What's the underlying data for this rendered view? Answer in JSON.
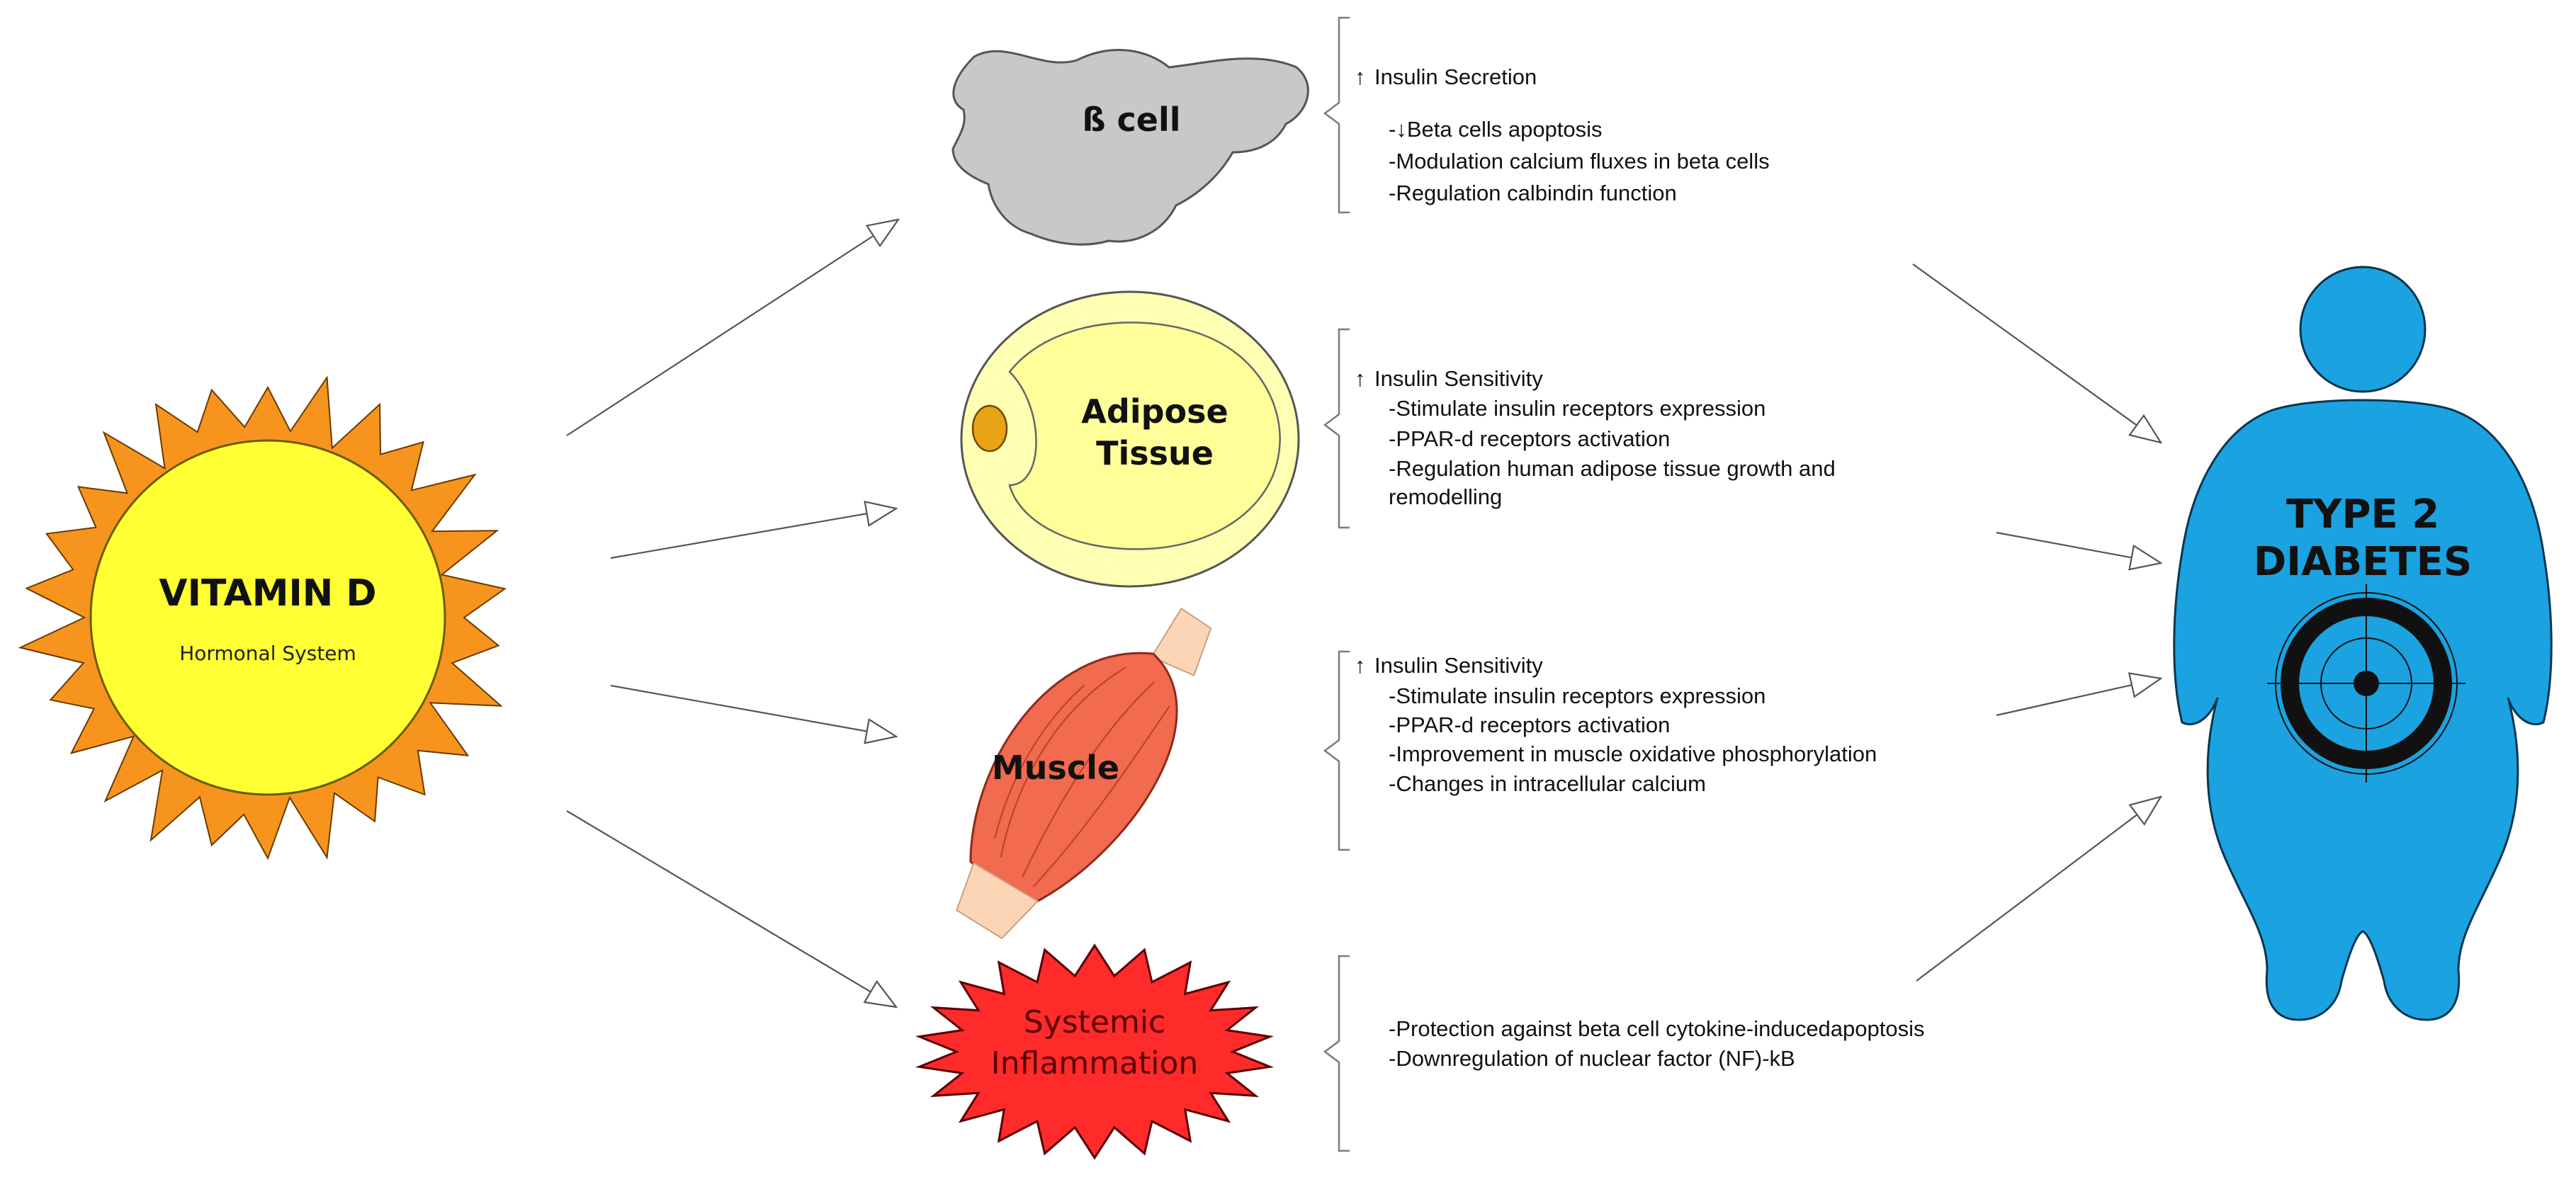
{
  "source": {
    "title": "VITAMIN D",
    "subtitle": "Hormonal System"
  },
  "target": {
    "line1": "TYPE 2",
    "line2": "DIABETES"
  },
  "targets": {
    "beta": {
      "label": "ß cell",
      "heading": "Insulin Secretion",
      "heading_arrow": "↑",
      "items": [
        "-↓Beta cells apoptosis",
        "-Modulation calcium fluxes in beta cells",
        "-Regulation calbindin function"
      ]
    },
    "adipose": {
      "label_line1": "Adipose",
      "label_line2": "Tissue",
      "heading": "Insulin Sensitivity",
      "heading_arrow": "↑",
      "items": [
        "-Stimulate insulin receptors expression",
        "-PPAR-d receptors activation",
        "-Regulation human adipose tissue growth and",
        "remodelling"
      ]
    },
    "muscle": {
      "label": "Muscle",
      "heading": "Insulin Sensitivity",
      "heading_arrow": "↑",
      "items": [
        "-Stimulate insulin receptors expression",
        "-PPAR-d receptors activation",
        "-Improvement in muscle oxidative phosphorylation",
        "-Changes in intracellular calcium"
      ]
    },
    "inflammation": {
      "label_line1": "Systemic",
      "label_line2": "Inflammation",
      "items": [
        "-Protection against beta cell cytokine-inducedapoptosis",
        "-Downregulation of nuclear factor (NF)-kB"
      ]
    }
  },
  "colors": {
    "sun_outer": "#f7941d",
    "sun_inner": "#ffff33",
    "beta_cell": "#c8c8c8",
    "adipose_outer": "#ffffb3",
    "adipose_inner": "#fffe99",
    "adipose_nucleus": "#e8a317",
    "muscle": "#f26a4f",
    "tendon": "#fbd5b5",
    "inflammation": "#ff2a2a",
    "body": "#1aa3e0",
    "target_ring": "#111111"
  },
  "icons": {
    "source": "sun-icon",
    "beta": "cloud-cell-icon",
    "adipose": "fat-cell-icon",
    "muscle": "muscle-icon",
    "inflammation": "explosion-icon",
    "target": "human-body-target-icon"
  }
}
